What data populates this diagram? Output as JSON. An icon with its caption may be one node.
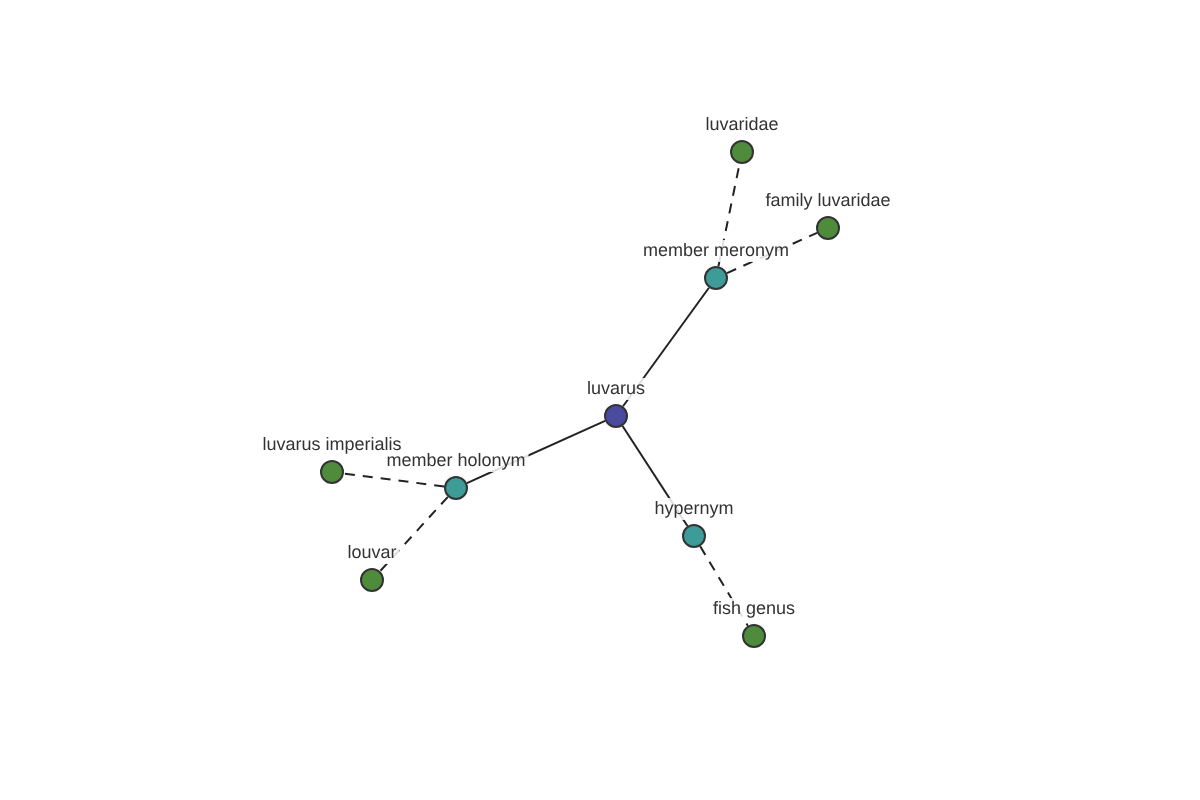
{
  "diagram": {
    "nodes": [
      {
        "text": [
          "luvarus"
        ]
      },
      {
        "text": [
          "member meronym"
        ]
      },
      {
        "text": [
          "luvaridae"
        ]
      },
      {
        "text": [
          "family luvaridae"
        ]
      },
      {
        "text": [
          "member holonym"
        ]
      },
      {
        "text": [
          "luvarus imperialis"
        ]
      },
      {
        "text": [
          "louvar"
        ]
      },
      {
        "text": [
          "hypernym"
        ]
      },
      {
        "text": [
          "fish genus"
        ]
      }
    ],
    "edges": [
      {
        "from": 0,
        "to": 1,
        "arrow": "none"
      },
      {
        "from": 1,
        "to": 2,
        "arrow": "none",
        "style": "dashed"
      },
      {
        "from": 1,
        "to": 3,
        "arrow": "none",
        "style": "dashed"
      },
      {
        "from": 0,
        "to": 4,
        "arrow": "none"
      },
      {
        "from": 4,
        "to": 5,
        "arrow": "none",
        "style": "dashed"
      },
      {
        "from": 4,
        "to": 6,
        "arrow": "none",
        "style": "dashed"
      },
      {
        "from": 0,
        "to": 7,
        "arrow": "none"
      },
      {
        "from": 7,
        "to": 8,
        "arrow": "none",
        "style": "dashed"
      }
    ]
  }
}
